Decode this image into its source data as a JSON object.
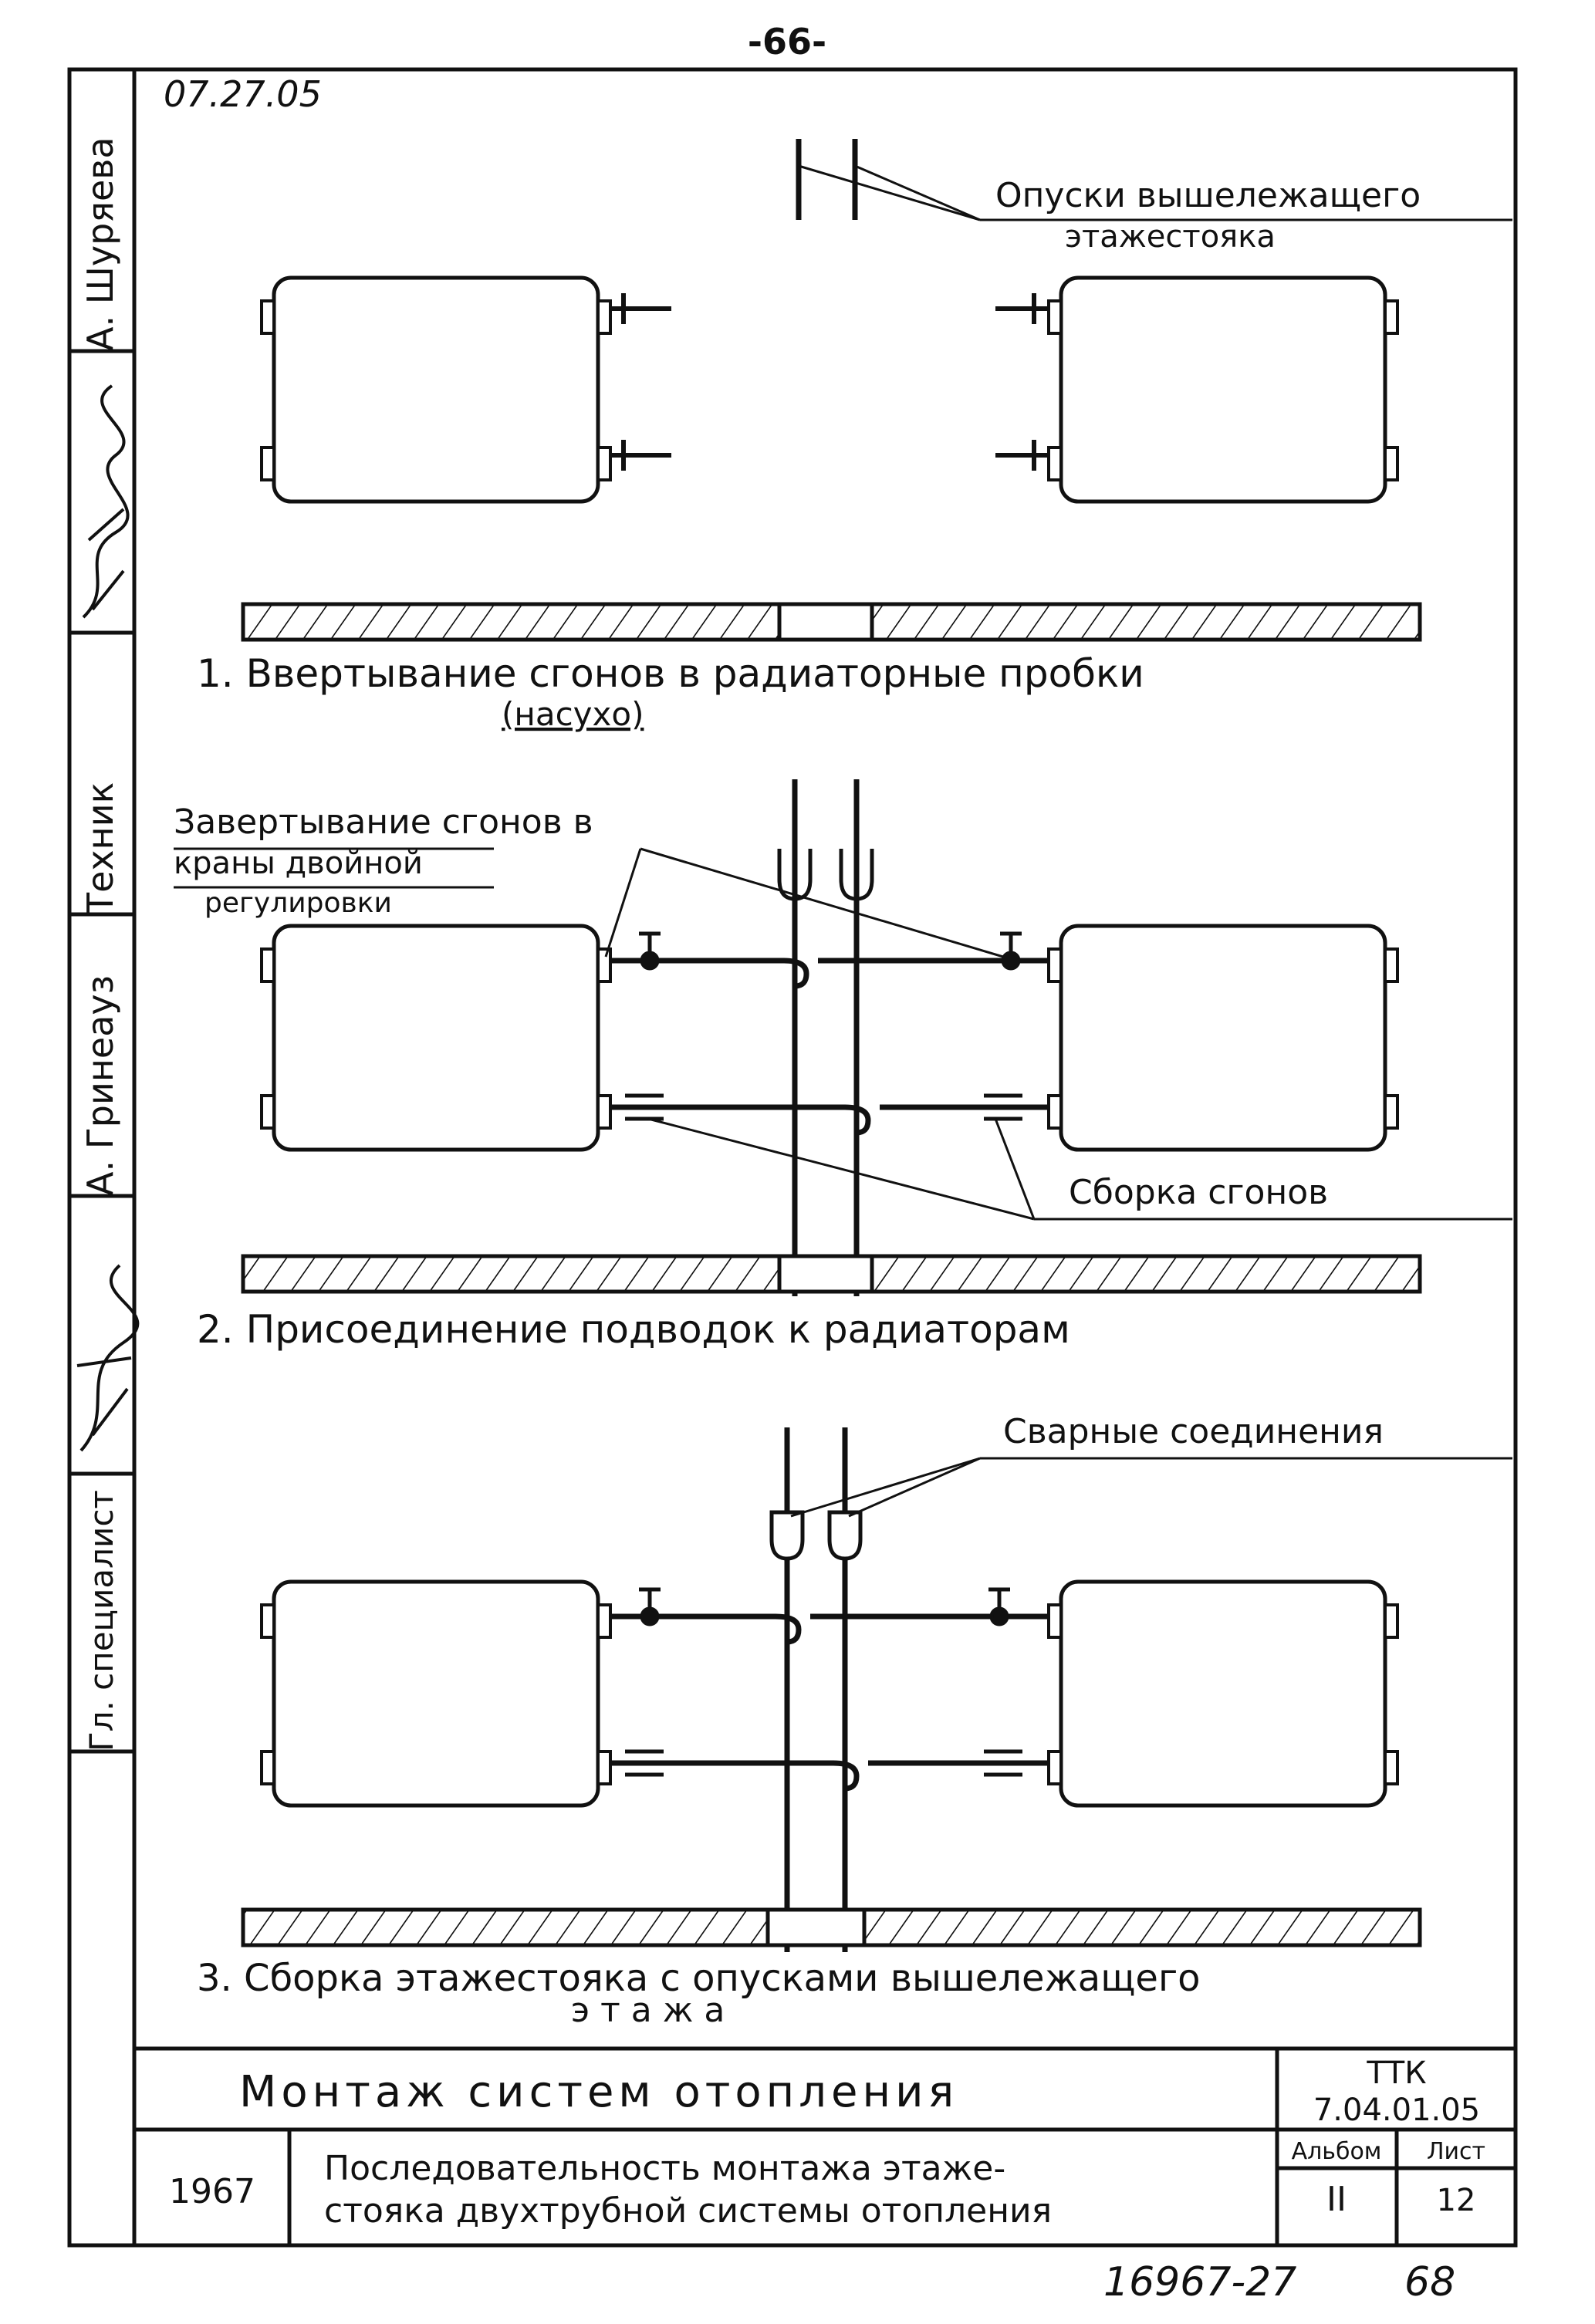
{
  "page": {
    "page_number": "-66-",
    "corner_code": "07.27.05",
    "bottom_code": "16967-27",
    "bottom_page": "68"
  },
  "side_stamp": {
    "name_1": "А. Шуряева",
    "role_technician": "Техник",
    "name_2": "А. Гринеауз",
    "role_chief": "Гл. специалист"
  },
  "figure1": {
    "label": "Опуски вышележащего",
    "label_line2": "этажестояка",
    "caption": "1. Ввертывание сгонов в радиаторные пробки",
    "caption_line2": "(насухо)"
  },
  "figure2": {
    "label_left": "Завертывание сгонов в",
    "label_left_2": "краны двойной",
    "label_left_3": "регулировки",
    "label_right": "Сборка сгонов",
    "caption": "2. Присоединение подводок к радиаторам"
  },
  "figure3": {
    "label": "Сварные соединения",
    "caption": "3. Сборка этажестояка с опусками вышележащего",
    "caption_line2": "этажа"
  },
  "title_block": {
    "title": "Монтаж систем отопления",
    "doc_type": "ТТК",
    "doc_code": "7.04.01.05",
    "year": "1967",
    "subtitle_1": "Последовательность монтажа этаже-",
    "subtitle_2": "стояка двухтрубной системы отопления",
    "album_label": "Альбом",
    "album_value": "II",
    "sheet_label": "Лист",
    "sheet_value": "12"
  }
}
